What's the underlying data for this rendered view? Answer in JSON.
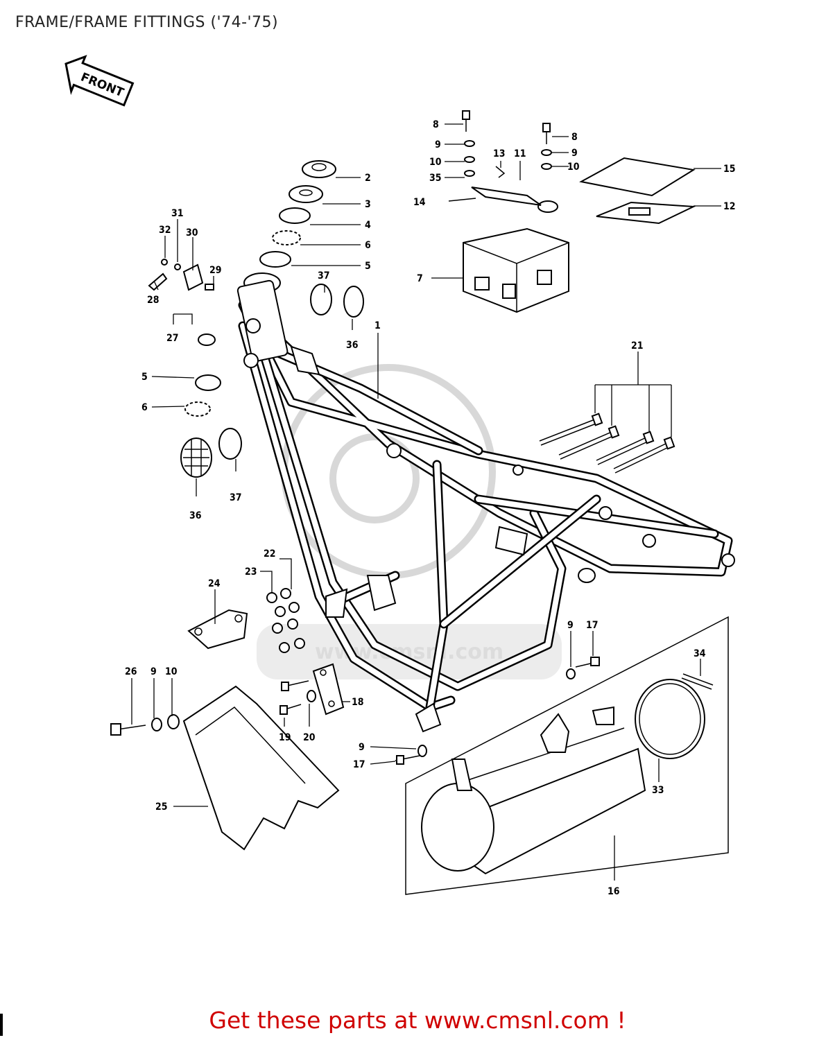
{
  "title": "FRAME/FRAME FITTINGS ('74-'75)",
  "front_arrow_label": "FRONT",
  "footer_text": "Get these parts at www.cmsnl.com !",
  "watermark": "www.cmsnl.com",
  "callouts": {
    "c1": "1",
    "c2": "2",
    "c3": "3",
    "c4": "4",
    "c5a": "5",
    "c5b": "5",
    "c6a": "6",
    "c6b": "6",
    "c7": "7",
    "c8a": "8",
    "c8b": "8",
    "c9a": "9",
    "c9b": "9",
    "c9c": "9",
    "c9d": "9",
    "c9e": "9",
    "c10a": "10",
    "c10b": "10",
    "c10c": "10",
    "c11": "11",
    "c12": "12",
    "c13": "13",
    "c14": "14",
    "c15": "15",
    "c16": "16",
    "c17a": "17",
    "c17b": "17",
    "c18": "18",
    "c19": "19",
    "c20": "20",
    "c21": "21",
    "c22": "22",
    "c23": "23",
    "c24": "24",
    "c25": "25",
    "c26": "26",
    "c27": "27",
    "c28": "28",
    "c29": "29",
    "c30": "30",
    "c31": "31",
    "c32": "32",
    "c33": "33",
    "c34": "34",
    "c35": "35",
    "c36a": "36",
    "c36b": "36",
    "c37a": "37",
    "c37b": "37"
  }
}
